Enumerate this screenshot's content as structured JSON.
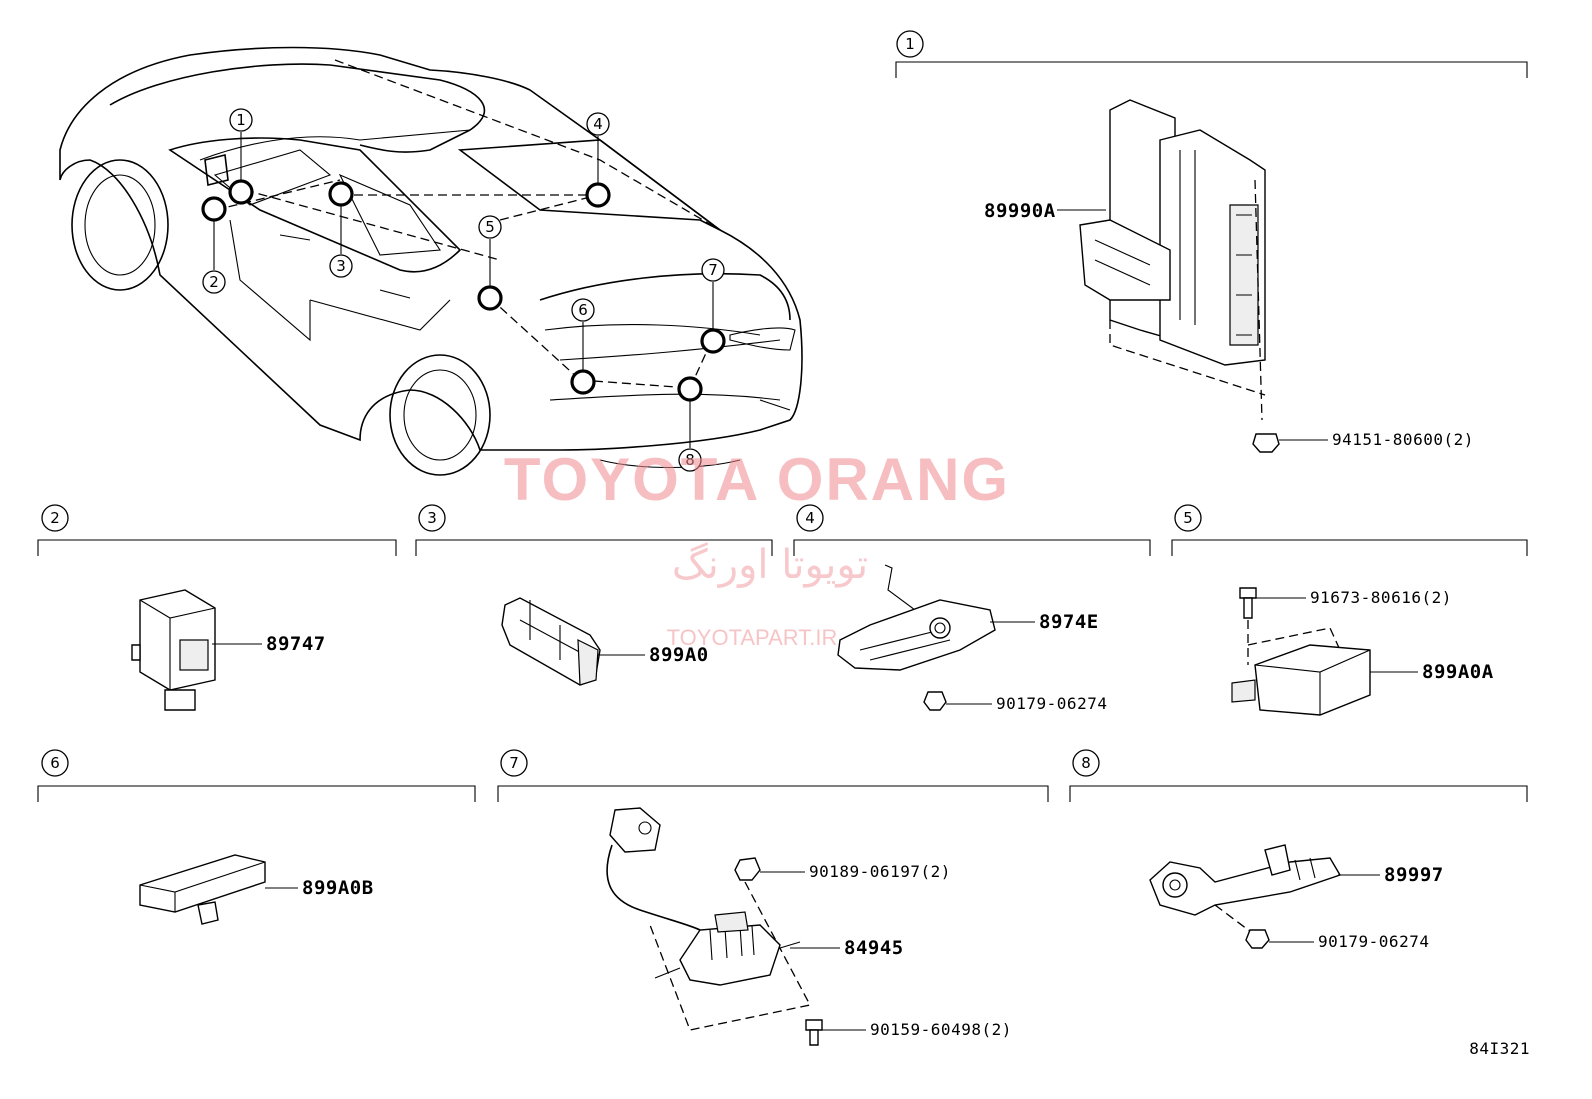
{
  "callouts": [
    "1",
    "2",
    "3",
    "4",
    "5",
    "6",
    "7",
    "8"
  ],
  "sections": {
    "s1": {
      "label": "1",
      "parts": {
        "main": "89990A",
        "nut": "94151-80600(2)"
      }
    },
    "s2": {
      "label": "2",
      "parts": {
        "main": "89747"
      }
    },
    "s3": {
      "label": "3",
      "parts": {
        "main": "899A0"
      }
    },
    "s4": {
      "label": "4",
      "parts": {
        "main": "8974E",
        "clip": "90179-06274"
      }
    },
    "s5": {
      "label": "5",
      "parts": {
        "bolt": "91673-80616(2)",
        "main": "899A0A"
      }
    },
    "s6": {
      "label": "6",
      "parts": {
        "main": "899A0B"
      }
    },
    "s7": {
      "label": "7",
      "parts": {
        "clip": "90189-06197(2)",
        "main": "84945",
        "screw": "90159-60498(2)"
      }
    },
    "s8": {
      "label": "8",
      "parts": {
        "main": "89997",
        "clip": "90179-06274"
      }
    }
  },
  "watermark": {
    "line1": "TOYOTA ORANG",
    "line2": "تویوتا اورنگ",
    "line3": "TOYOTAPART.IR"
  },
  "figure_code": "84I321"
}
